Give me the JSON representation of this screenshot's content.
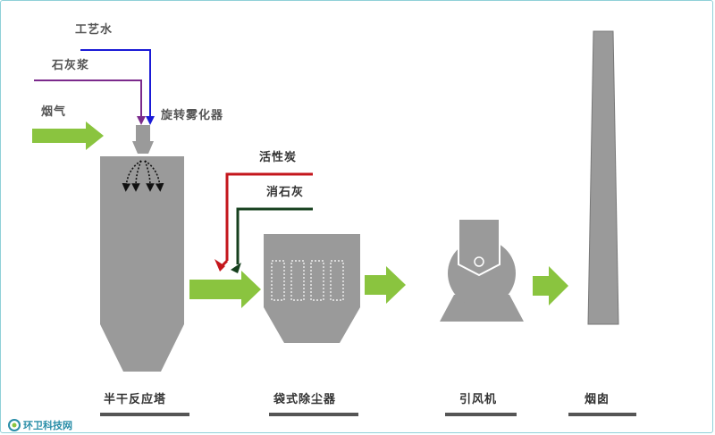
{
  "labels": {
    "process_water": "工艺水",
    "lime_slurry": "石灰浆",
    "flue_gas": "烟气",
    "rotary_atomizer": "旋转雾化器",
    "activated_carbon": "活性炭",
    "slaked_lime": "消石灰"
  },
  "equipment": {
    "semi_dry_tower": "半干反应塔",
    "bag_filter": "袋式除尘器",
    "induced_fan": "引风机",
    "chimney": "烟囱"
  },
  "watermark": "环卫科技网",
  "colors": {
    "equipment": "#9a9a9a",
    "flow_arrow": "#8ac43f",
    "process_water_line": "#1a1ad6",
    "lime_slurry_line": "#7b2a8c",
    "activated_carbon_line": "#c4161c",
    "slaked_lime_line": "#16401e",
    "base_bar": "#555555"
  }
}
